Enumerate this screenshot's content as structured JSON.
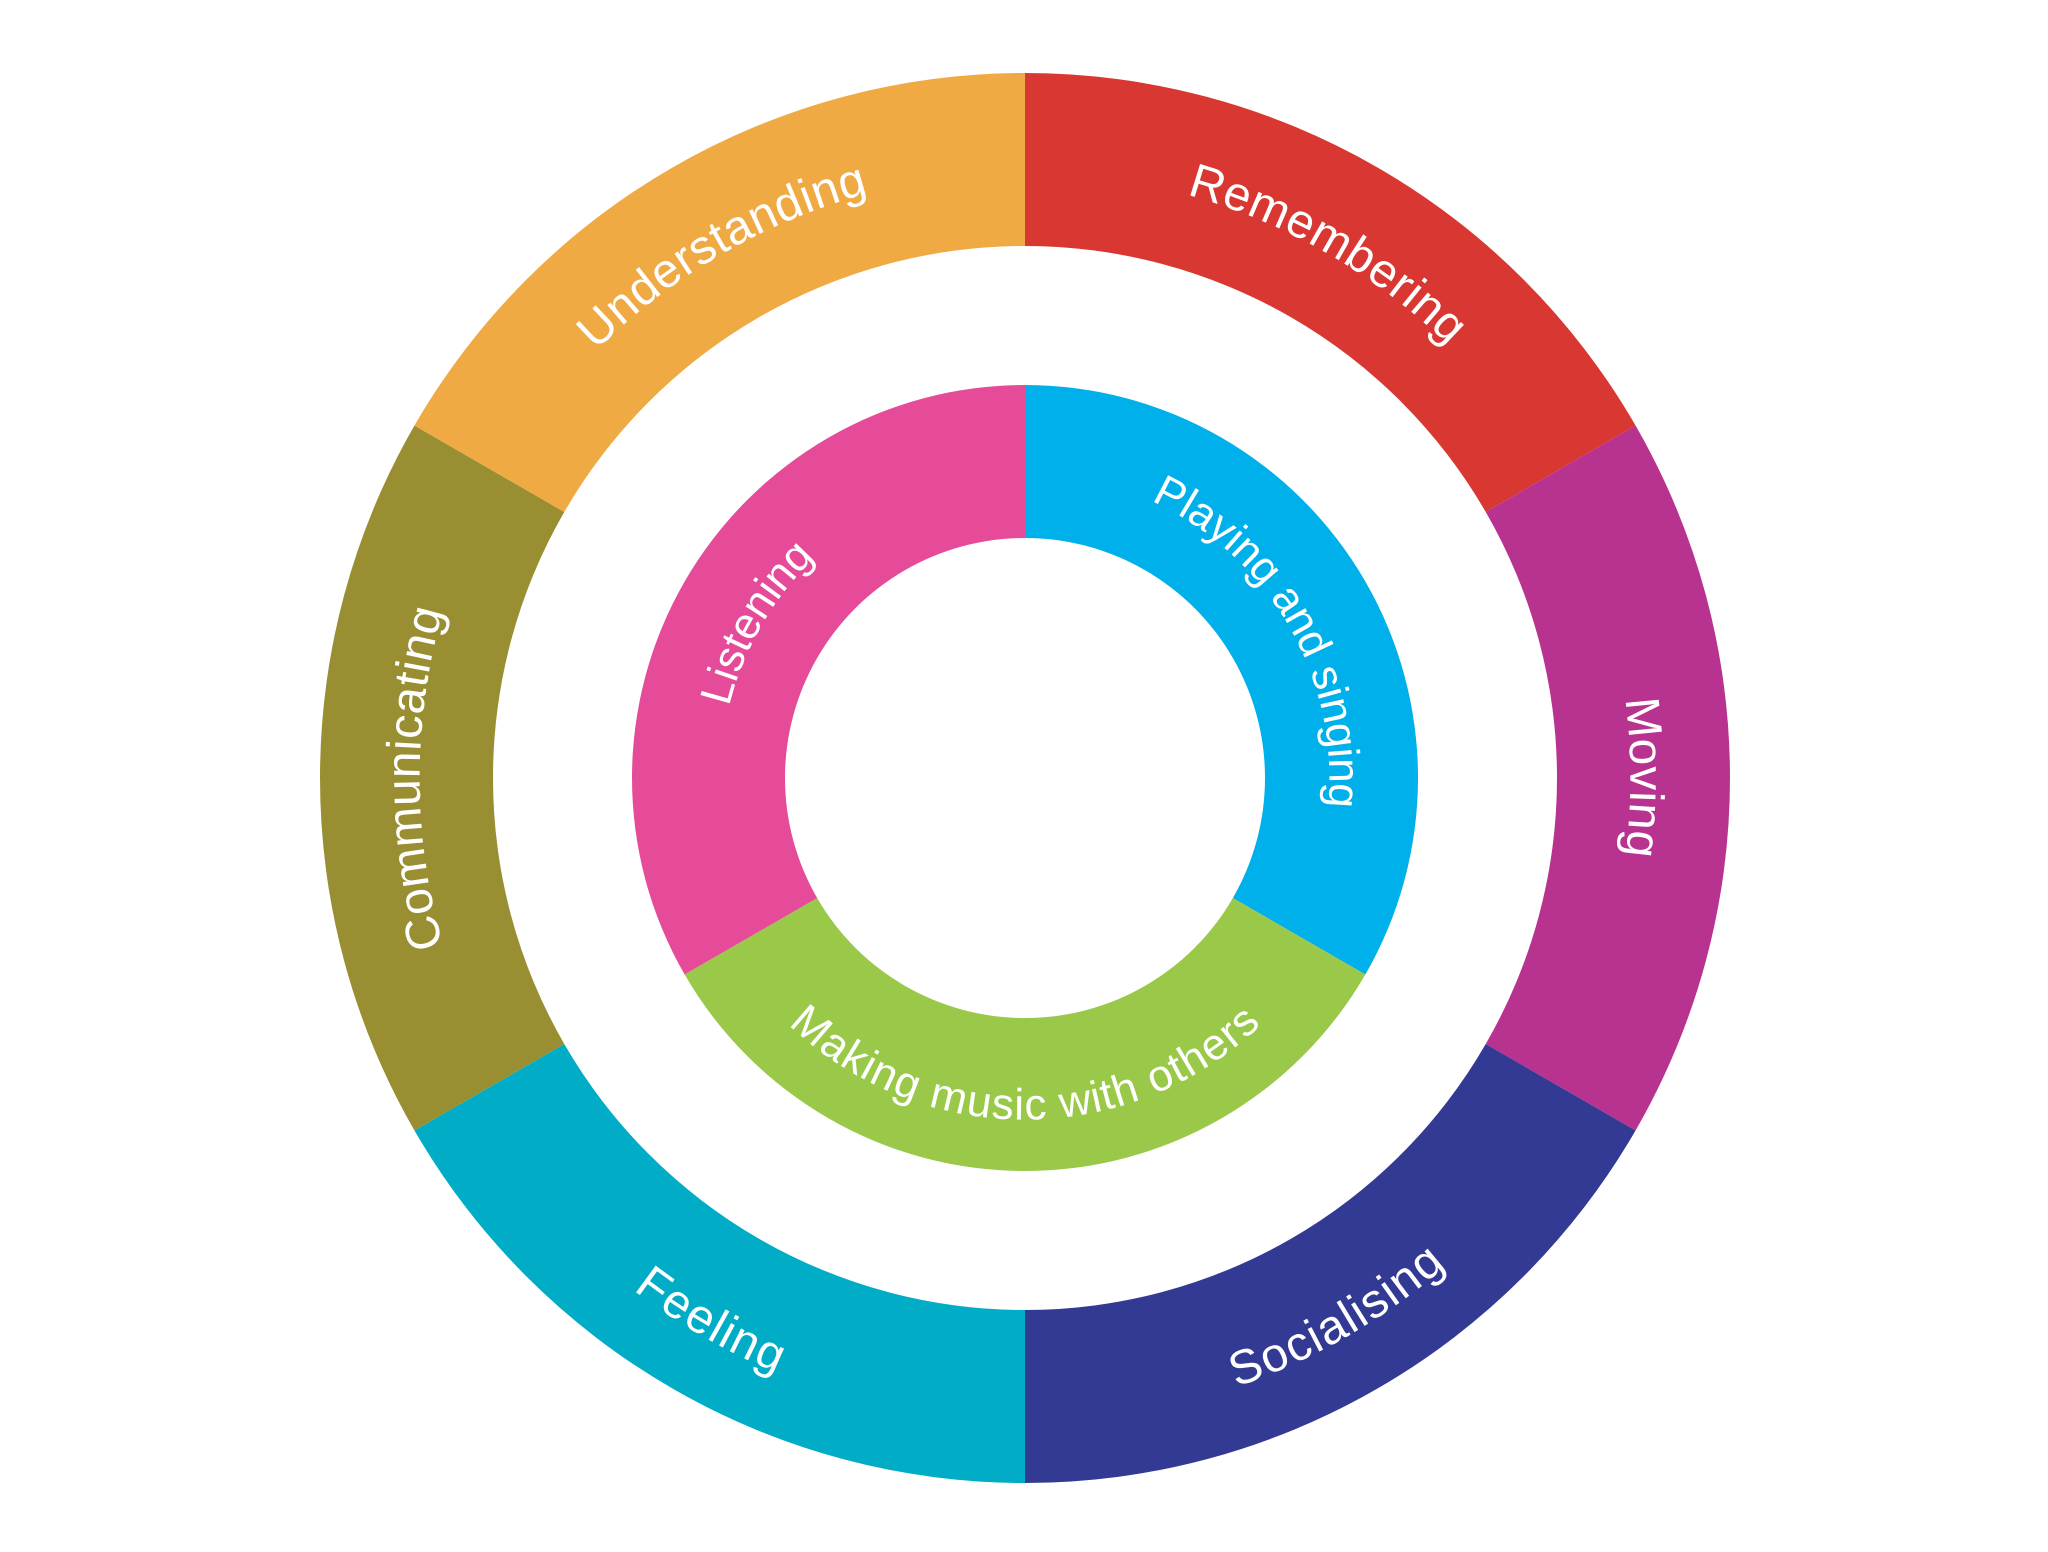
{
  "diagram": {
    "outer_ring": [
      {
        "id": "remembering",
        "label": "Remembering",
        "color": "#d93731"
      },
      {
        "id": "moving",
        "label": "Moving",
        "color": "#b83390"
      },
      {
        "id": "socialising",
        "label": "Socialising",
        "color": "#333a94"
      },
      {
        "id": "feeling",
        "label": "Feeling",
        "color": "#00acc6"
      },
      {
        "id": "communicating",
        "label": "Communicating",
        "color": "#998f32"
      },
      {
        "id": "understanding",
        "label": "Understanding",
        "color": "#f0aa44"
      }
    ],
    "inner_ring": [
      {
        "id": "playing-and-singing",
        "label": "Playing and singing",
        "color": "#00b0ea"
      },
      {
        "id": "making-music-with-others",
        "label": "Making music with others",
        "color": "#9ac94a"
      },
      {
        "id": "listening",
        "label": "Listening",
        "color": "#e54b98"
      }
    ]
  }
}
